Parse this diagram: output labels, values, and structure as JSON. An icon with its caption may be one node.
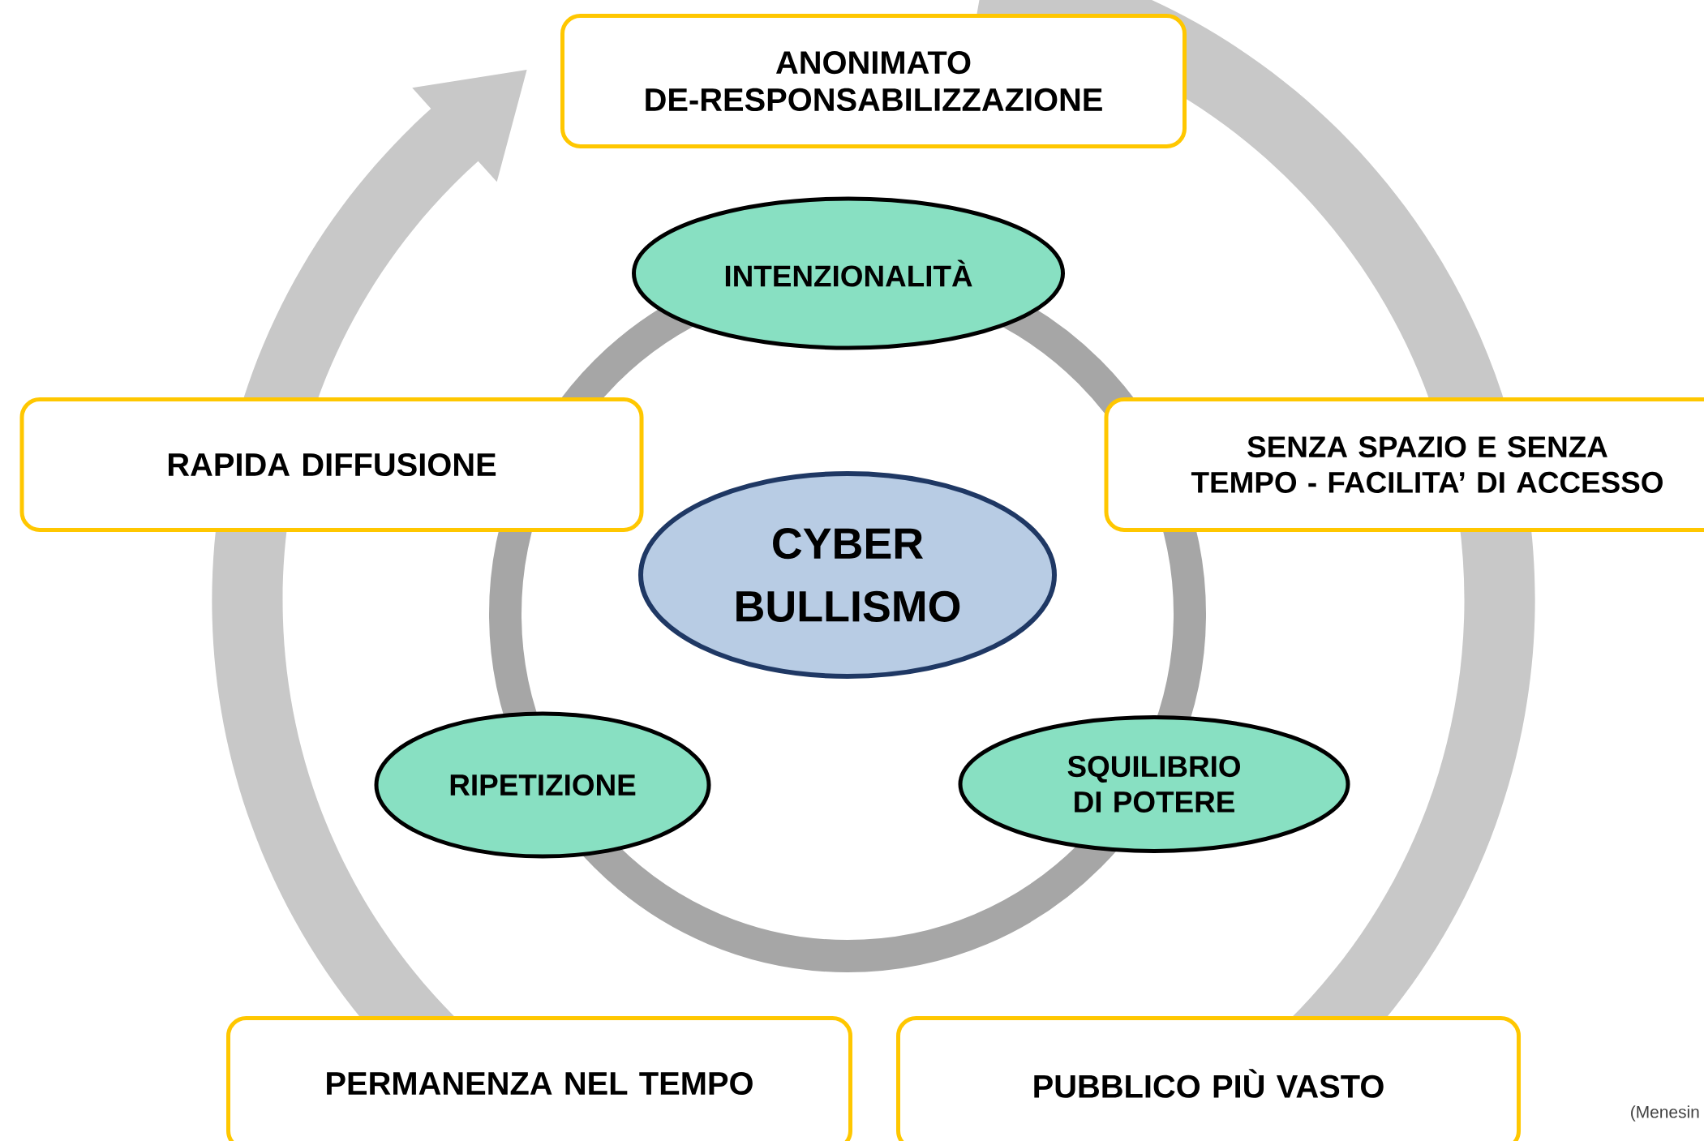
{
  "diagram": {
    "nodes": [
      {
        "text": [
          "ANONIMATO",
          "DE-RESPONSABILIZZAZIONE"
        ]
      },
      {
        "text": [
          "INTENZIONALITÀ"
        ]
      },
      {
        "text": [
          "RAPIDA DIFFUSIONE"
        ]
      },
      {
        "text": [
          "SENZA SPAZIO E SENZA TEMPO - FACILITA’ DI ACCESSO"
        ]
      },
      {
        "text": [
          "CYBER BULLISMO"
        ]
      },
      {
        "text": [
          "RIPETIZIONE"
        ]
      },
      {
        "text": [
          "SQUILIBRIO DI POTERE"
        ]
      },
      {
        "text": [
          "PERMANENZA NEL TEMPO"
        ]
      },
      {
        "text": [
          "PUBBLICO PIÙ VASTO"
        ]
      }
    ],
    "labels": [
      "(Menesin"
    ]
  }
}
